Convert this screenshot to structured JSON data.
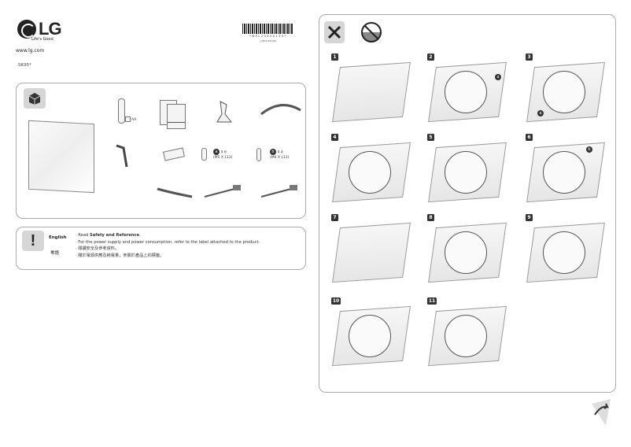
{
  "header": {
    "brand": "LG",
    "tagline": "Life's Good",
    "url": "www.lg.com",
    "model": "SK95*",
    "barcode_text": "*MFL70320123*",
    "revision": "(1803-REV00)"
  },
  "accessories": {
    "box_icon": "box-icon",
    "battery_label": "AA",
    "screw_a": {
      "badge": "a",
      "qty": "X 6",
      "spec": "(M5 X L12)"
    },
    "screw_b": {
      "badge": "b",
      "qty": "X 4",
      "spec": "(M4 X L12)"
    }
  },
  "notice": {
    "icon": "exclamation-icon",
    "lang_en": "English",
    "lang_zh": "粵語",
    "lines": [
      {
        "prefix": "· Read ",
        "bold": "Safety and Reference",
        "suffix": "."
      },
      {
        "prefix": "· For the power supply and power consumption, refer to the label attached to the product.",
        "bold": "",
        "suffix": ""
      },
      {
        "prefix": "· 閱讀安全及參考資料。",
        "bold": "",
        "suffix": ""
      },
      {
        "prefix": "· 關於電源供應及耗電量，參閱於產品上的標籤。",
        "bold": "",
        "suffix": ""
      }
    ]
  },
  "assembly": {
    "tools_icon": "tools-icon",
    "no_liquid_icon": "no-spray-icon",
    "steps": [
      "1",
      "2",
      "3",
      "4",
      "5",
      "6",
      "7",
      "8",
      "9",
      "10",
      "11"
    ],
    "callout_a": "a",
    "callout_b": "b"
  },
  "footer": {
    "icon": "page-turn-arrow-icon"
  }
}
